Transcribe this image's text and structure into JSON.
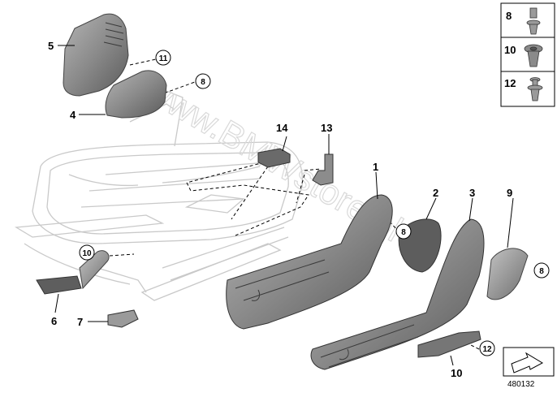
{
  "diagram": {
    "watermark": "www.BMWstore.pl",
    "document_number": "480132",
    "callouts": [
      {
        "id": "c1",
        "label": "1",
        "circled": false
      },
      {
        "id": "c2",
        "label": "2",
        "circled": false
      },
      {
        "id": "c3",
        "label": "3",
        "circled": false
      },
      {
        "id": "c4",
        "label": "4",
        "circled": false
      },
      {
        "id": "c5",
        "label": "5",
        "circled": false
      },
      {
        "id": "c6",
        "label": "6",
        "circled": false
      },
      {
        "id": "c7",
        "label": "7",
        "circled": false
      },
      {
        "id": "c8a",
        "label": "8",
        "circled": true
      },
      {
        "id": "c8b",
        "label": "8",
        "circled": true
      },
      {
        "id": "c8c",
        "label": "8",
        "circled": true
      },
      {
        "id": "c9",
        "label": "9",
        "circled": false
      },
      {
        "id": "c10a",
        "label": "10",
        "circled": true
      },
      {
        "id": "c10b",
        "label": "10",
        "circled": true
      },
      {
        "id": "c11",
        "label": "11",
        "circled": false
      },
      {
        "id": "c12",
        "label": "12",
        "circled": true
      },
      {
        "id": "c13",
        "label": "13",
        "circled": false
      },
      {
        "id": "c14",
        "label": "14",
        "circled": false
      }
    ],
    "legend": [
      {
        "label": "8",
        "icon": "push-rivet-icon"
      },
      {
        "label": "10",
        "icon": "expanding-rivet-icon"
      },
      {
        "label": "12",
        "icon": "clip-fastener-icon"
      }
    ],
    "colors": {
      "part_fill": "#8f8f8f",
      "part_dark": "#5c5c5c",
      "frame_line": "#c8c8c8",
      "line": "#000000"
    }
  }
}
